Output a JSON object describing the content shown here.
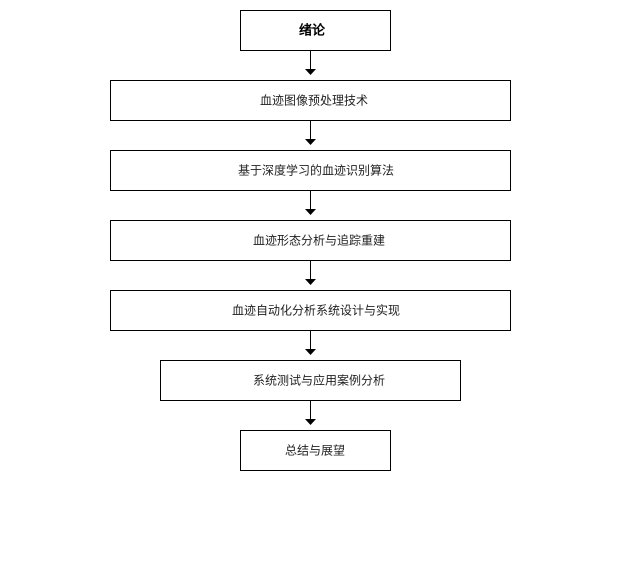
{
  "diagram": {
    "type": "vertical-flowchart",
    "nodes": [
      {
        "id": "intro",
        "label": "绪论",
        "emphasis": "bold"
      },
      {
        "id": "preprocess",
        "label": "血迹图像预处理技术"
      },
      {
        "id": "recognition",
        "label": "基于深度学习的血迹识别算法"
      },
      {
        "id": "morphology",
        "label": "血迹形态分析与追踪重建"
      },
      {
        "id": "system",
        "label": "血迹自动化分析系统设计与实现"
      },
      {
        "id": "testing",
        "label": "系统测试与应用案例分析"
      },
      {
        "id": "summary",
        "label": "总结与展望"
      }
    ],
    "edges": [
      {
        "from": "intro",
        "to": "preprocess"
      },
      {
        "from": "preprocess",
        "to": "recognition"
      },
      {
        "from": "recognition",
        "to": "morphology"
      },
      {
        "from": "morphology",
        "to": "system"
      },
      {
        "from": "system",
        "to": "testing"
      },
      {
        "from": "testing",
        "to": "summary"
      }
    ]
  }
}
